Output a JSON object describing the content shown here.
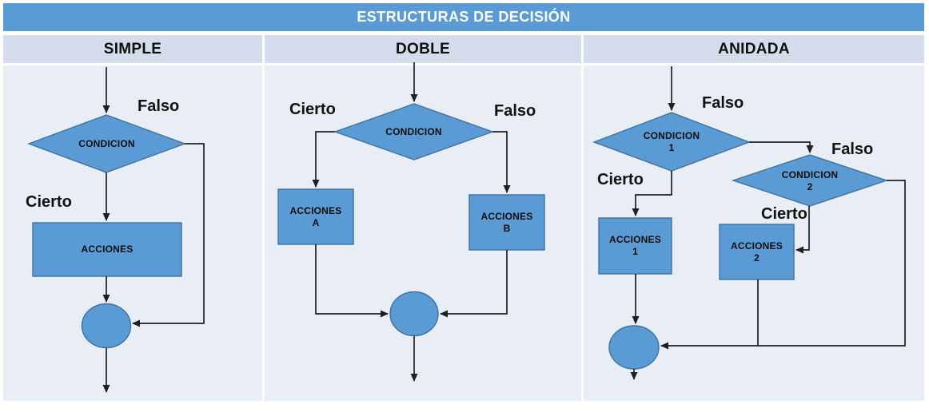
{
  "title": "ESTRUCTURAS DE DECISIÓN",
  "colors": {
    "banner": "#5B9BD5",
    "header_row": "#D5DDEC",
    "body": "#E9EDF5",
    "shape_fill": "#5B9BD5",
    "shape_border": "#41719C",
    "connector": "#1F1F1F"
  },
  "columns": {
    "simple": {
      "header": "SIMPLE",
      "condition": "CONDICION",
      "actions": "ACCIONES",
      "label_false": "Falso",
      "label_true": "Cierto"
    },
    "doble": {
      "header": "DOBLE",
      "condition": "CONDICION",
      "label_true": "Cierto",
      "label_false": "Falso",
      "actions_a_line1": "ACCIONES",
      "actions_a_line2": "A",
      "actions_b_line1": "ACCIONES",
      "actions_b_line2": "B"
    },
    "anidada": {
      "header": "ANIDADA",
      "label_false_1": "Falso",
      "label_false_2": "Falso",
      "label_true_1": "Cierto",
      "label_true_2": "Cierto",
      "condition1_line1": "CONDICION",
      "condition1_line2": "1",
      "condition2_line1": "CONDICION",
      "condition2_line2": "2",
      "actions1_line1": "ACCIONES",
      "actions1_line2": "1",
      "actions2_line1": "ACCIONES",
      "actions2_line2": "2"
    }
  }
}
